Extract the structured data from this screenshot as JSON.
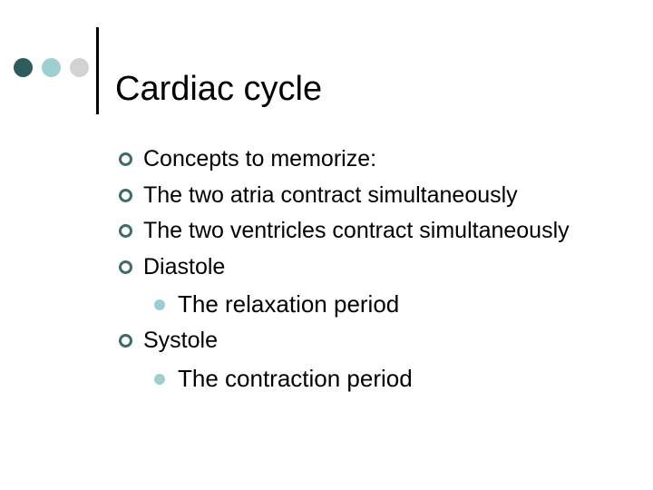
{
  "slide": {
    "title": "Cardiac cycle",
    "decor_dots": [
      {
        "name": "dot-dark-teal",
        "color": "#2e5c5c"
      },
      {
        "name": "dot-light-teal",
        "color": "#9ecfd0"
      },
      {
        "name": "dot-gray",
        "color": "#d2d2d2"
      }
    ],
    "title_rule_color": "#000000",
    "bullet_level1_color": "#3f6b6b",
    "bullet_level2_color": "#9ecfd0",
    "background": "#ffffff",
    "text_color": "#000000",
    "bullets": [
      {
        "text": "Concepts to memorize:",
        "children": []
      },
      {
        "text": "The two atria contract simultaneously",
        "children": []
      },
      {
        "text": "The two ventricles contract simultaneously",
        "children": []
      },
      {
        "text": "Diastole",
        "children": [
          {
            "text": "The relaxation period"
          }
        ]
      },
      {
        "text": "Systole",
        "children": [
          {
            "text": "The contraction period"
          }
        ]
      }
    ]
  }
}
